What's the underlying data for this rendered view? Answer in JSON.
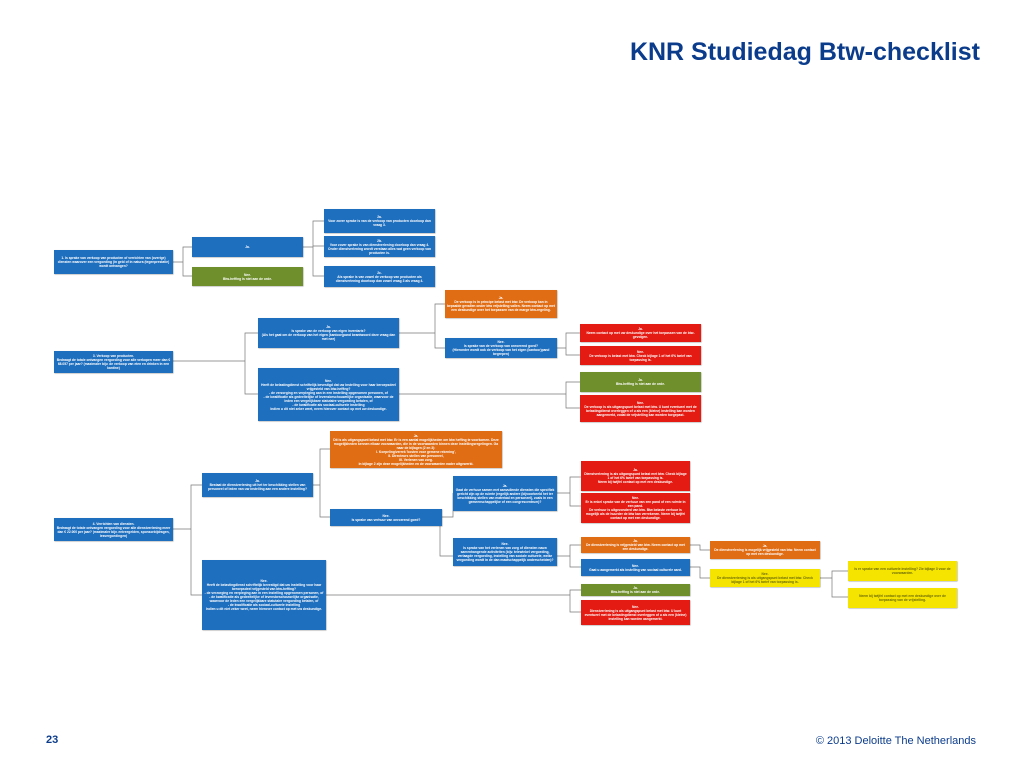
{
  "header": {
    "title": "KNR Studiedag Btw-checklist"
  },
  "footer": {
    "page_number": "23",
    "copyright": "© 2013 Deloitte The Netherlands"
  },
  "colors": {
    "blue": "#1f6fbf",
    "orange": "#e06c14",
    "red": "#e41b13",
    "green": "#6f8f2c",
    "yellow": "#f5e400",
    "title": "#0b3c8c"
  },
  "nodes": {
    "q1": "1. Is sprake van verkoop van producten of verrichten van (overige) diensten waarover een vergoeding (in geld of in natura (tegenprestatie) wordt ontvangen?",
    "q1_ja": "Ja.",
    "q1_nee": "Nee.\nBtw-heffing is niet aan de orde.",
    "q1_ja_a": "2a.\nVoor zover sprake is van de verkoop van producten doorloop dan vraag 3.",
    "q1_ja_b": "2b.\nVoor zover sprake is van dienstverlening doorloop dan vraag 4. Onder dienstverlening wordt verstaan alles wat geen verkoop van producten is.",
    "q1_ja_c": "2c.\nAls sprake is van zowel de verkoop van producten als dienstverlening doorloop dan zowel vraag 3 als vraag 4.",
    "q3": "3. Verkoop van producten.\nBedraagt de totale ontvangen vergoeding voor alle verkopen meer dan € 68.057 per jaar? (maximaler bijv. de verkoop van eten en drinken in een kantine)",
    "q3_ja": "Ja.\nIs sprake van de verkoop van eigen inventaris?\n(Als het gaat om de verkoop van het eigen (kantoor)pand beantwoord deze vraag dan met nee)",
    "q3_nee": "Nee.\nHeeft de belastingdienst schriftelijk bevestigd dat uw instelling voor haar beroepsdeel vrijgesteld van btw-heffing?\n- de verzorging en verpleging aan in een instelling opgenomen personen, of\n- de kwalificatie als gedeeltelijke of levensbeschouwelijke organisatie, waarvoor de leden een vergelijkbare statutaire vergoeding betalen, of\n- de kwalificatie als sociaal-culturele instelling\nIndien u dit niet zeker weet, neem hierover contact op met uw deskundige.",
    "q3_ja_ja": "Ja.\nDe verkoop is in principe belast met btw. De verkoop kan in bepaalde gevallen onder btw vrijstelling vallen. Neem contact op met een deskundige over het toepassen van de marge btw-regeling.",
    "q3_ja_nee": "Nee.\nIs sprake van de verkoop van onroerend goed?\n(Hieronder wordt ook de verkoop van het eigen (kantoor)pand begrepen)",
    "q3_on_ja": "Ja.\nNeem contact op met uw deskundige over het toepassen van de btw-gevolgen.",
    "q3_on_nee": "Nee.\nDe verkoop is belast met btw. Check bijlage 1 of het 6% tarief van toepassing is.",
    "q3_nee_ja": "Ja.\nBtw-heffing is niet aan de orde.",
    "q3_nee_nee": "Nee.\nDe verkoop is als uitgangspunt belast met btw. U kunt eventueel met de belastingdienst overleggen of u als een (kleine) instelling kan worden aangemerkt, zodat de vrijstelling kan worden toegepast.",
    "q4": "4. Verrichten van diensten.\nBedraagt de totale ontvangen vergoeding voor alle dienstverlening meer dan € 22.000 per jaar? (maximaler bijv. entreegelden, sponsorbijdragen, lesvergoedingen)",
    "q4_ja": "Ja.\nBestaat de dienstverlening uit het ter beschikking stellen van personeel of leden van uw instelling aan een andere instelling?",
    "q4_nee": "Nee.\nHeeft de belastingdienst schriftelijk bevestigd dat uw instelling voor haar beroepsdeel vrijgesteld van btw-heffing?\n- de verzorging en verpleging aan in een instelling opgenomen personen, of\n- de kwalificatie als gedeeltelijke of levensbeschouwelijke organisatie, waarvoor de leden een vergelijkbare statutaire vergoeding betalen, of\n- de kwalificatie als sociaal-culturele instelling\nIndien u dit niet zeker weet, neem hierover contact op met uw deskundige.",
    "q4_pers_ja": "Ja.\nDit is als uitgangspunt belast met btw. Er is een aantal mogelijkheden om btw heffing te voorkomen. Deze mogelijkheden kennen elkaar voorwaarden, die in de voorwaarden binnen deze instellingsregelingen. Ga naar de bijlagen (2 en 3):\nI. Koepeling/verrek 'kosten voor gemene rekening',\nII. Directeurs stellen van personeel,\nIII. Verlenen van zorg.\nIn bijlage 2 zijn deze mogelijkheden en de voorwaarden nader uitgewerkt.",
    "q4_pers_nee": "Nee.\nIs sprake van verhuur van onroerend goed?",
    "q4_og_ja": "Ja.\nGaat de verhuur samen met aanvullende diensten die specifiek gericht zijn op de ruimte (regelijk andere (bijvoorbeeld het ter beschikking stellen van materiaal en personeel), zoals in een gemeenschappelijke of een congrescentrum)?",
    "q4_og_nee": "Nee.\nIs sprake van het verlenen van zorg of diensten nauw samenhangende activiteiten (bijv. telewinkel vergoeding, verlaagde vergoeding, instelling van sociale culturele, welke vergoeding wordt in de dan maatschappelijk onderscheiden)?",
    "q4_dienst_ja": "Ja.\nDienstverlening is als uitgangspunt belast met btw. Check bijlage 1 of het 6% tarief van toepassing is.\nNeem bij twijfel contact op met een deskundige.",
    "q4_dienst_nee": "Nee.\nEr is enkel sprake van de verhuur van een pand of een ruimte in een pand.\nDe verhuur is uitgezonderd van btw. Btw belaste verhuur is mogelijk als de huurder de btw kan verrekenen. Neem bij twijfel contact op met een deskundige.",
    "q4_zorg_ja": "Ja.\nDe dienstverlening is vrijgesteld van btw. Neem contact op met een deskundige.",
    "q4_zorg_nee": "Nee.\nGaat u aangemerkt als instelling van sociaal culturele aard.",
    "q4_sc_ja": "Ja.\nDe dienstverlening is mogelijk vrijgesteld van btw. Neem contact op met een deskundige.",
    "q4_sc_nee": "Nee.\nDe dienstverlening is als uitgangspunt belast met btw. Check bijlage 1 of het 6% tarief van toepassing is.",
    "q4_y1": "Is er sprake van een culturele instelling? Zie bijlage 3 voor de voorwaarden.",
    "q4_y2": "Neem bij twijfel contact op met een deskundige over de toepassing van de vrijstelling.",
    "q4_nee_ja": "Ja.\nBtw-heffing is niet aan de orde.",
    "q4_nee_nee": "Nee.\nDienstverlening is als uitgangspunt belast met btw. U kunt eventueel met de belastingdienst overleggen of u als een (kleine) instelling kan worden aangemerkt."
  }
}
